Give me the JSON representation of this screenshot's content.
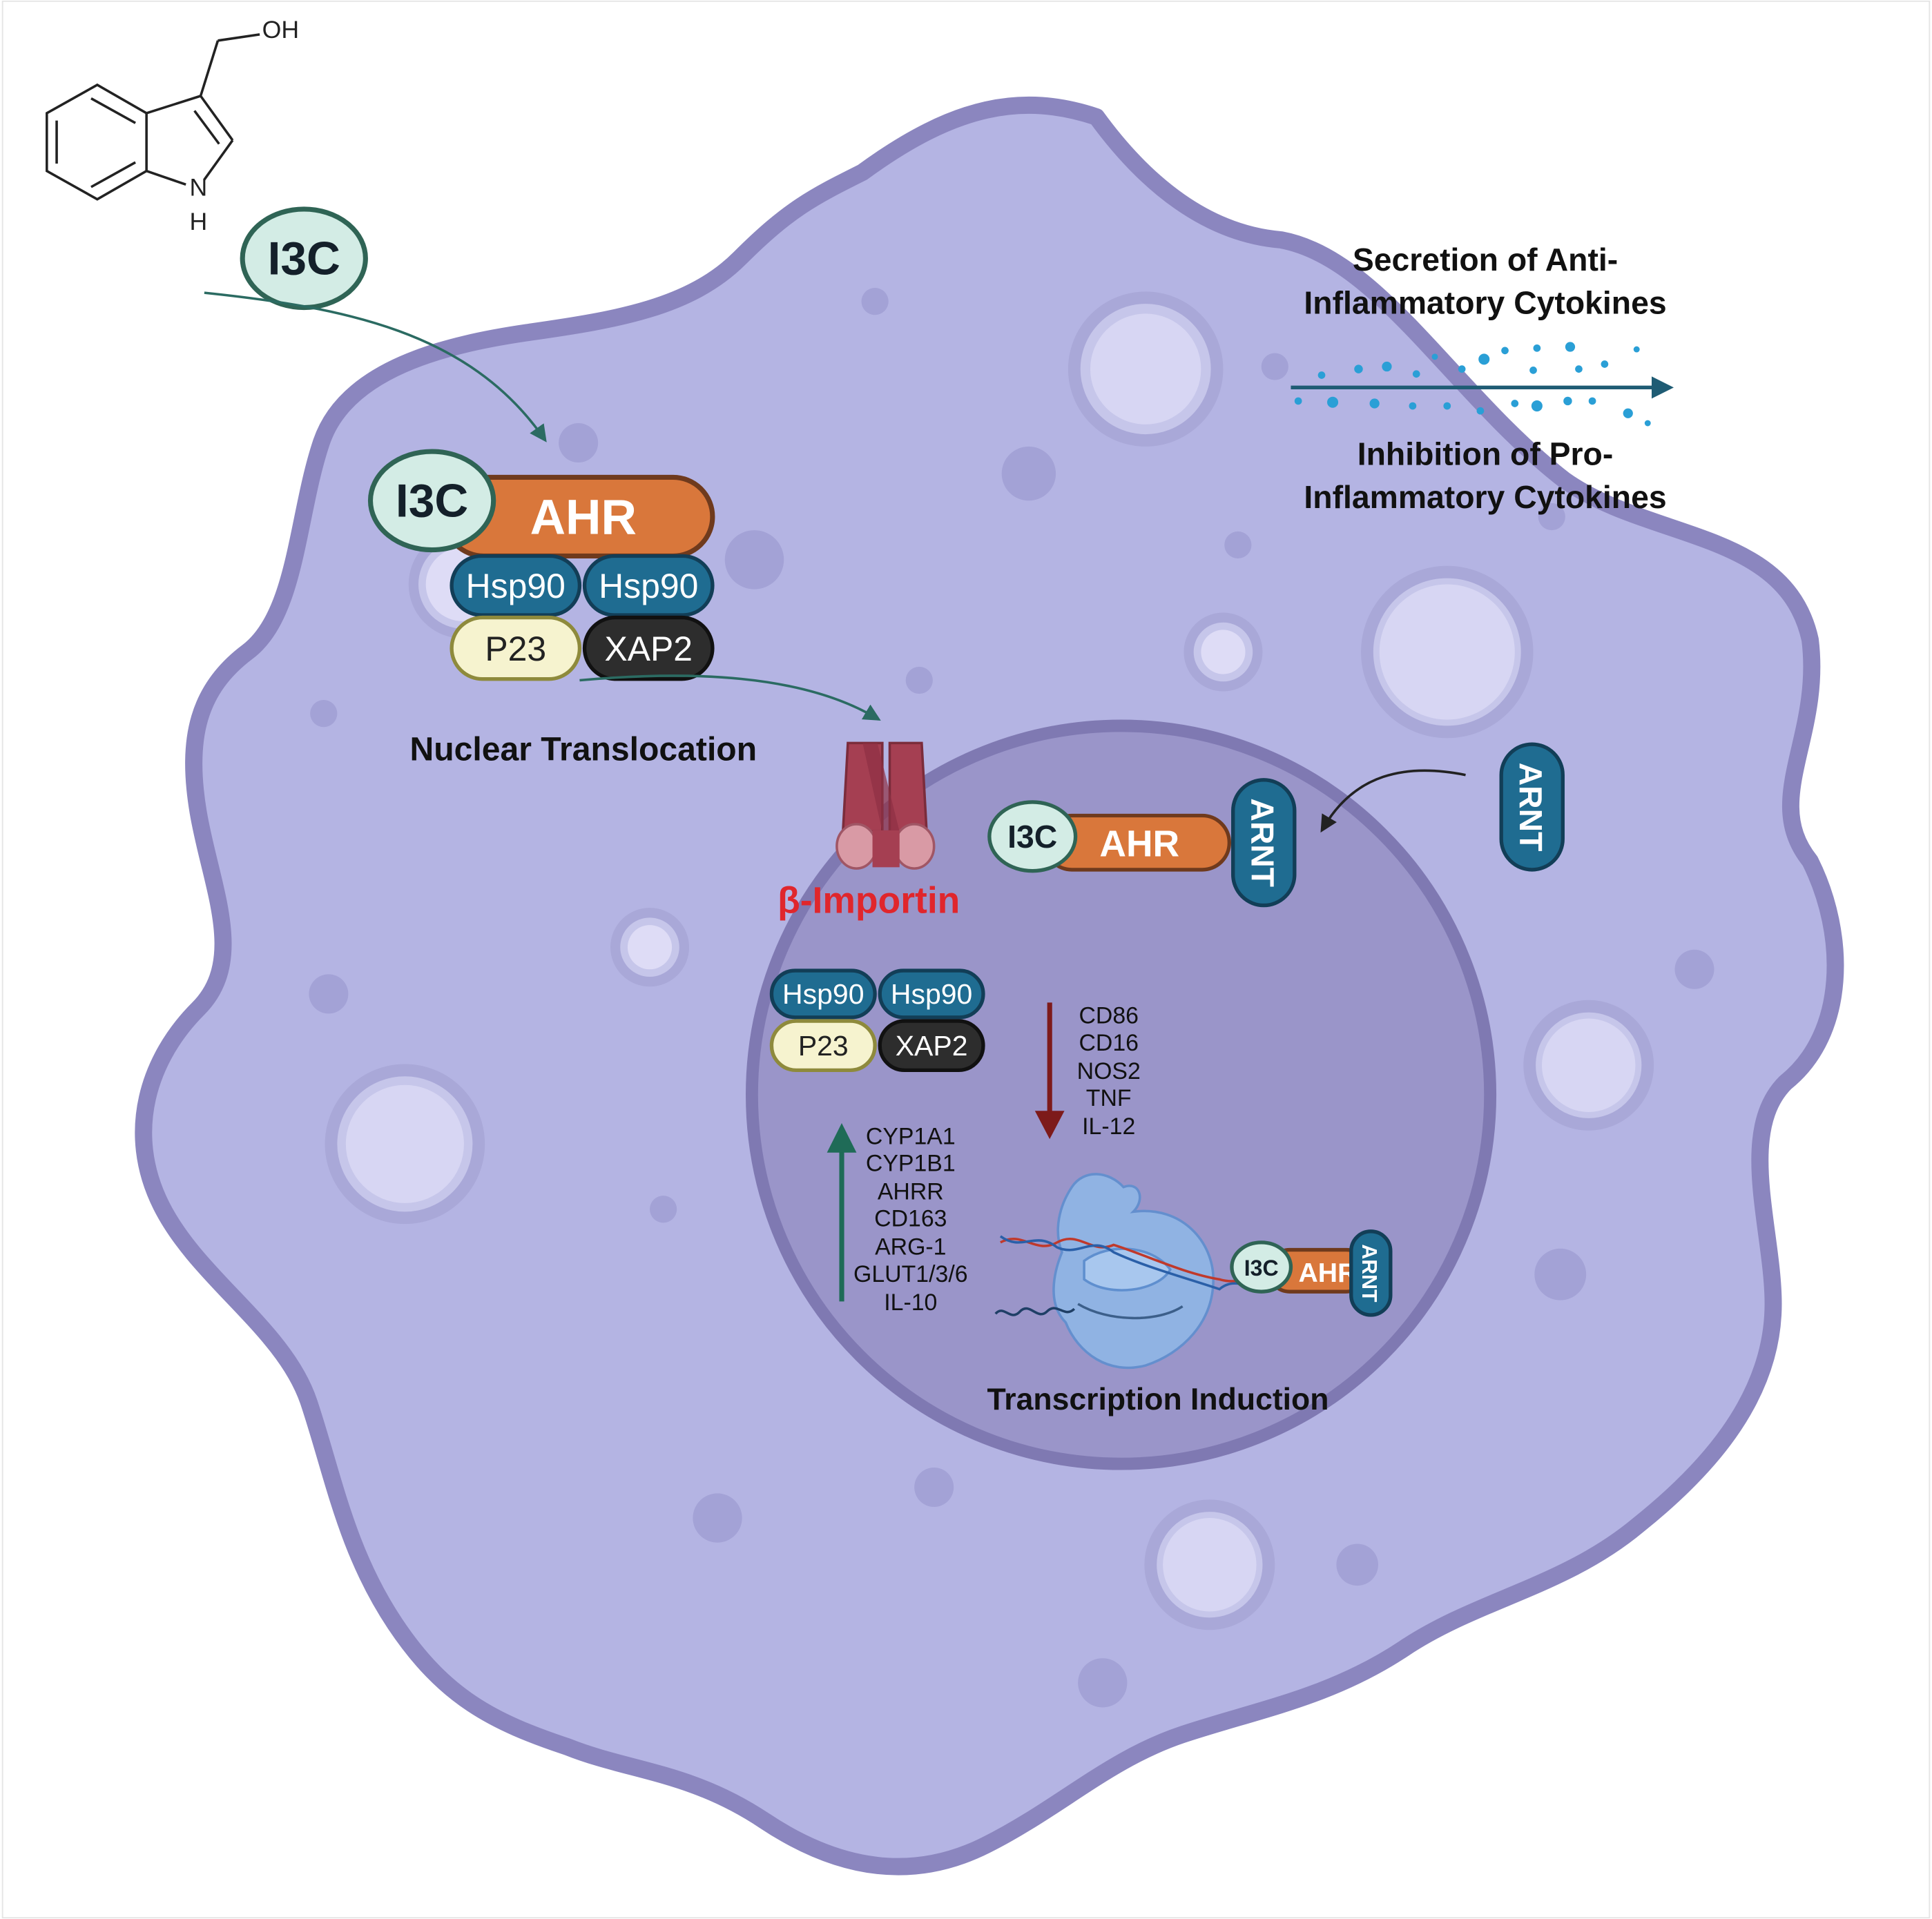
{
  "molecule": {
    "oh_label": "OH",
    "n_label": "N",
    "h_label": "H"
  },
  "free_ligand": {
    "label": "I3C"
  },
  "cytoplasm_complex": {
    "ligand": "I3C",
    "receptor": "AHR",
    "chaperone_left": "Hsp90",
    "chaperone_right": "Hsp90",
    "cochaperone": "P23",
    "xap2": "XAP2"
  },
  "nuclear_translocation_label": "Nuclear Translocation",
  "importin_label": "β-Importin",
  "cytokines": {
    "secretion_line1": "Secretion of Anti-",
    "secretion_line2": "Inflammatory Cytokines",
    "inhibition_line1": "Inhibition of Pro-",
    "inhibition_line2": "Inflammatory Cytokines"
  },
  "arnt_free": "ARNT",
  "nuclear_complex": {
    "ligand": "I3C",
    "receptor": "AHR",
    "partner": "ARNT"
  },
  "released_chaperones": {
    "hsp90_left": "Hsp90",
    "hsp90_right": "Hsp90",
    "p23": "P23",
    "xap2": "XAP2"
  },
  "downregulated_genes": [
    "CD86",
    "CD16",
    "NOS2",
    "TNF",
    "IL-12"
  ],
  "upregulated_genes": [
    "CYP1A1",
    "CYP1B1",
    "AHRR",
    "CD163",
    "ARG-1",
    "GLUT1/3/6",
    "IL-10"
  ],
  "dna_complex": {
    "ligand": "I3C",
    "receptor": "AHR",
    "partner": "ARNT"
  },
  "transcription_label": "Transcription Induction",
  "colors": {
    "cell_fill": "#b4b4e3",
    "cell_stroke": "#8b86bf",
    "nucleus_fill": "#9a95c9",
    "i3c_fill": "#d3ece5",
    "i3c_stroke": "#2f6455",
    "ahr": "#d9773b",
    "hsp90": "#1f6c91",
    "p23": "#f6f3cf",
    "xap2": "#2d2d2d",
    "importin": "#a53f52",
    "importin_label": "#e0262c",
    "up_arrow": "#1f6b57",
    "down_arrow": "#7d1a1a",
    "dots": "#2a9fd6"
  }
}
